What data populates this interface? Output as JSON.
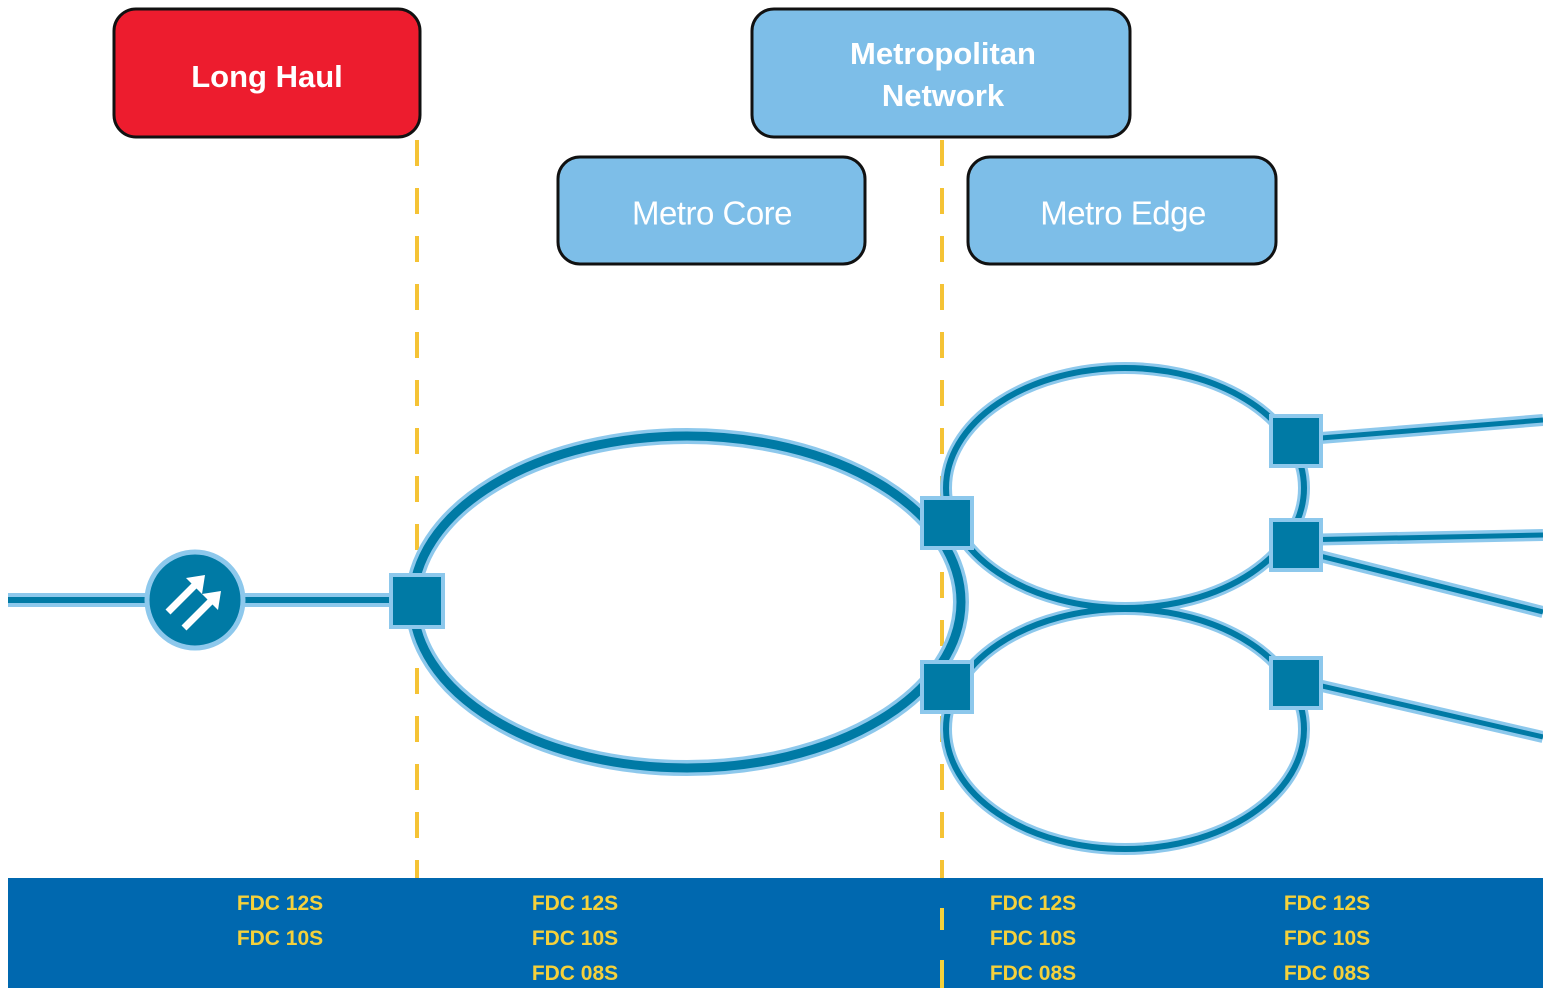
{
  "headers": {
    "long_haul": "Long Haul",
    "metropolitan_line1": "Metropolitan",
    "metropolitan_line2": "Network",
    "metro_core": "Metro Core",
    "metro_edge": "Metro Edge"
  },
  "footer": {
    "col1": [
      "FDC 12S",
      "FDC 10S"
    ],
    "col2": [
      "FDC 12S",
      "FDC 10S",
      "FDC 08S"
    ],
    "col3": [
      "FDC 12S",
      "FDC 10S",
      "FDC 08S"
    ],
    "col4": [
      "FDC 12S",
      "FDC 10S",
      "FDC 08S"
    ]
  },
  "icons": {
    "amplifier": "double-arrow-amplifier-icon"
  },
  "colors": {
    "long_haul": "#ED1C2E",
    "metro_box": "#7DBEE8",
    "fiber": "#007AA5",
    "fiber_glow": "#8DC8EC",
    "divider": "#F5C335",
    "footer_bg": "#0068AF",
    "footer_text": "#F5D13B"
  }
}
